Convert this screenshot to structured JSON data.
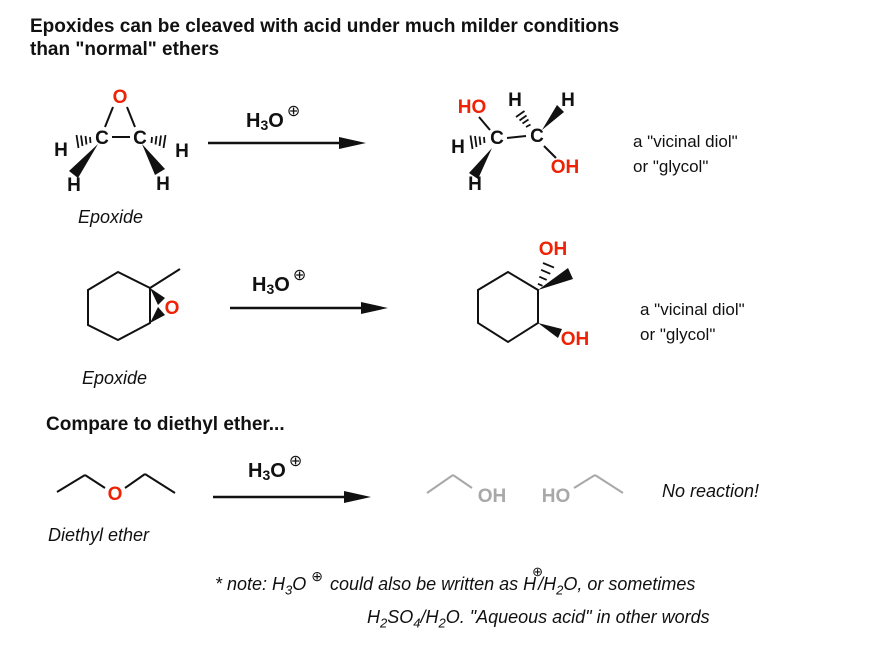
{
  "title_line1": "Epoxides can be cleaved with acid under much milder conditions",
  "title_line2": "than \"normal\" ethers",
  "colors": {
    "accent_red": "#ee2205",
    "faded_gray": "#a8a8a8",
    "ink": "#111111"
  },
  "atoms": {
    "O": "O",
    "C": "C",
    "H": "H",
    "OH": "OH",
    "HO": "HO"
  },
  "reagent": {
    "h": "H",
    "sub": "3",
    "o": "O",
    "charge": "⊕"
  },
  "reaction1": {
    "reactant_label": "Epoxide",
    "product_caption_line1": "a \"vicinal diol\"",
    "product_caption_line2": "or \"glycol\""
  },
  "reaction2": {
    "reactant_label": "Epoxide",
    "product_caption_line1": "a \"vicinal diol\"",
    "product_caption_line2": "or \"glycol\""
  },
  "compare_heading": "Compare to diethyl ether...",
  "reaction3": {
    "reactant_label": "Diethyl ether",
    "result": "No reaction!"
  },
  "note": {
    "line1_prefix": "* note: H",
    "sub3": "3",
    "o": "O",
    "charge": "⊕",
    "line1_mid": "could also be written as H",
    "line1_slash_h": "/H",
    "sub2": "2",
    "line1_end": "O, or sometimes",
    "line2_h": "H",
    "line2_so": "SO",
    "sub4": "4",
    "line2_slash_h": "/H",
    "line2_end": "O. \"Aqueous acid\" in other words"
  }
}
